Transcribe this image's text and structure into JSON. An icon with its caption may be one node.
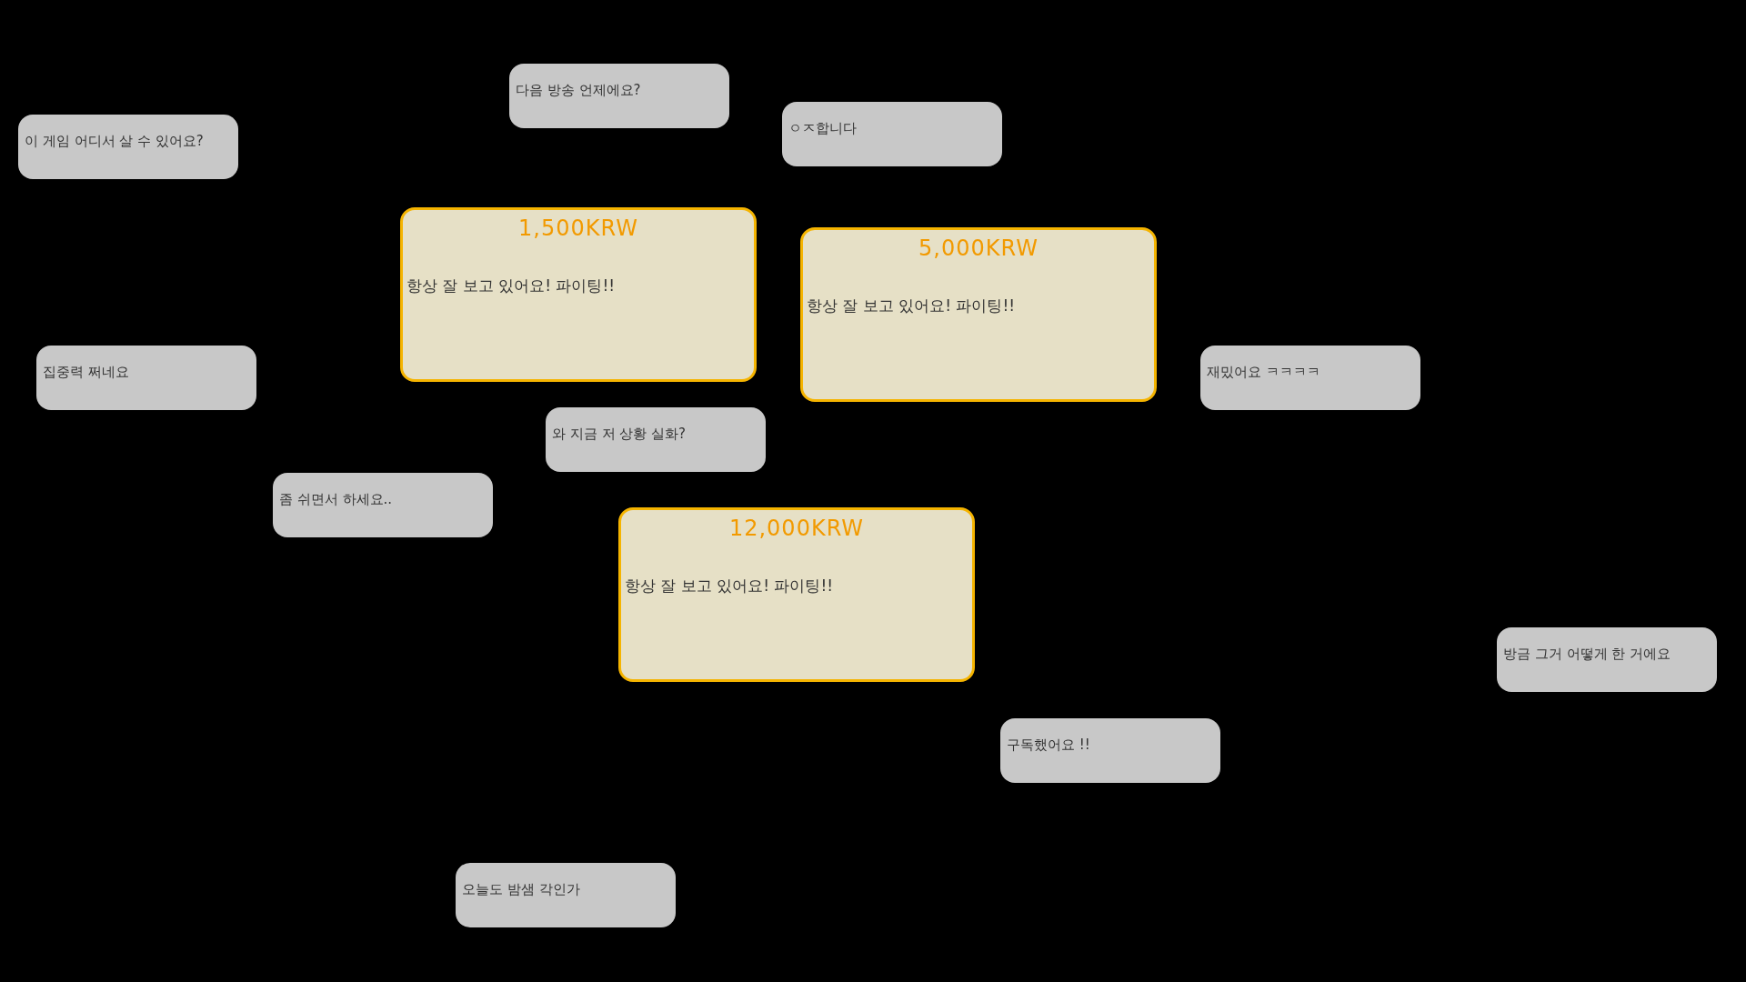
{
  "diagram": {
    "nodes": [
      {
        "text": [
          "다음 방송 언제에요?"
        ]
      },
      {
        "text": [
          "이 게임 어디서 살 수 있어요?"
        ]
      },
      {
        "text": [
          "ㅇㅈ합니다"
        ]
      },
      {
        "text": [
          "1,500KRW",
          "항상 잘 보고 있어요! 파이팅!!"
        ]
      },
      {
        "text": [
          "5,000KRW",
          "항상 잘 보고 있어요! 파이팅!!"
        ]
      },
      {
        "text": [
          "집중력 쩌네요"
        ]
      },
      {
        "text": [
          "재밌어요 ㅋㅋㅋㅋ"
        ]
      },
      {
        "text": [
          "와 지금 저 상황 실화?"
        ]
      },
      {
        "text": [
          "좀 쉬면서 하세요.."
        ]
      },
      {
        "text": [
          "12,000KRW",
          "항상 잘 보고 있어요! 파이팅!!"
        ]
      },
      {
        "text": [
          "방금 그거 어떻게 한 거에요"
        ]
      },
      {
        "text": [
          "구독했어요 !!"
        ]
      },
      {
        "text": [
          "오늘도 밤샘 각인가"
        ]
      }
    ]
  }
}
